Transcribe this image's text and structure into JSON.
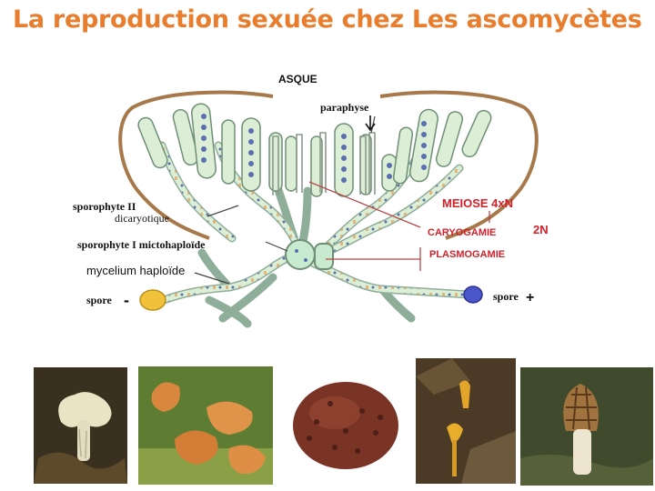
{
  "title": "La reproduction sexuée chez Les ascomycètes",
  "diagram": {
    "labels": {
      "asque": "ASQUE",
      "paraphyse": "paraphyse",
      "sporophyte_ii_line1": "sporophyte II",
      "sporophyte_ii_line2": "dicaryotique",
      "sporophyte_i": "sporophyte I mictohaploïde",
      "mycelium": "mycelium haploïde",
      "spore_minus": "spore",
      "spore_plus": "spore",
      "minus_sign": "-",
      "plus_sign": "+",
      "meiose": "MEIOSE 4xN",
      "caryogamie": "CARYOGAMIE",
      "two_n": "2N",
      "plasmogamie": "PLASMOGAMIE"
    },
    "colors": {
      "fruiting_body": "#a7784a",
      "hyphae": "#8fae9a",
      "spore_minus": "#f2c13a",
      "spore_plus": "#4a55c8",
      "annotation_red": "#d4202a"
    }
  },
  "photos": [
    {
      "icon": "white-helvella-photo"
    },
    {
      "icon": "orange-peel-cup-fungus-photo"
    },
    {
      "icon": "truffle-photo"
    },
    {
      "icon": "yellow-earth-tongue-photo"
    },
    {
      "icon": "morel-photo"
    }
  ]
}
